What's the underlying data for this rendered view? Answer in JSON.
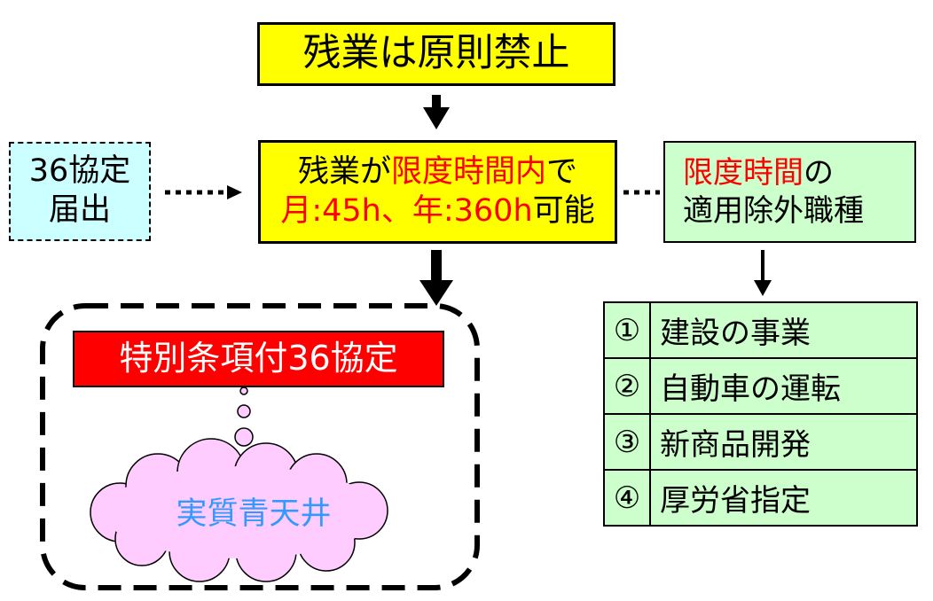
{
  "title": "残業は原則禁止",
  "agreement": {
    "line1": "36協定",
    "line2": "届出"
  },
  "center": {
    "line1_prefix": "残業が",
    "line1_highlight": "限度時間内",
    "line1_suffix": "で",
    "line2_highlight": "月:45h、年:360h",
    "line2_suffix": "可能"
  },
  "exempt": {
    "line1_highlight": "限度時間",
    "line1_suffix": "の",
    "line2": "適用除外職種"
  },
  "exempt_list": [
    {
      "num": "①",
      "label": "建設の事業"
    },
    {
      "num": "②",
      "label": "自動車の運転"
    },
    {
      "num": "③",
      "label": "新商品開発"
    },
    {
      "num": "④",
      "label": "厚労省指定"
    }
  ],
  "special": {
    "label": "特別条項付36協定"
  },
  "cloud": {
    "label": "実質青天井"
  },
  "colors": {
    "yellow": "#ffff00",
    "highlight_red": "#ff0000",
    "light_cyan": "#ccffff",
    "light_green": "#ccffcc",
    "cloud_pink": "#ffccff",
    "cloud_text": "#3399ff"
  }
}
